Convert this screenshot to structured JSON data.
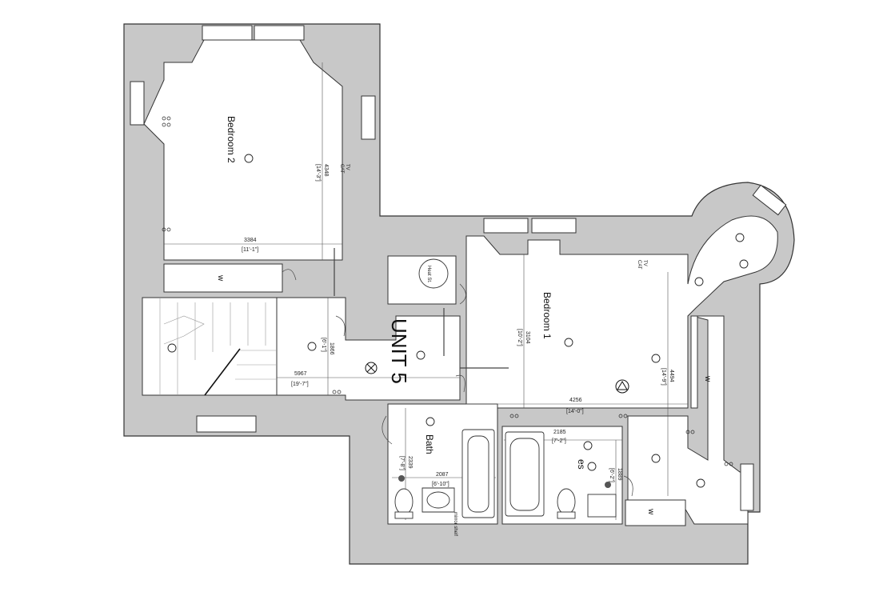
{
  "unit_label": "UNIT 5",
  "rooms": {
    "bedroom2": "Bedroom 2",
    "bedroom1": "Bedroom 1",
    "bath": "Bath",
    "ensuite": "es",
    "heat": "Heat St."
  },
  "wardrobes": {
    "w1": "w",
    "w2": "w",
    "w3": "w"
  },
  "dimensions": {
    "bed2_width_mm": "3384",
    "bed2_width_ft": "[11'-1\"]",
    "bed2_depth_mm": "4348",
    "bed2_depth_ft": "[14'-3\"]",
    "hall_len_mm": "5967",
    "hall_len_ft": "[19'-7\"]",
    "hall_width_mm": "1866",
    "hall_width_ft": "[6'-1\"]",
    "bed1_depth_mm": "3104",
    "bed1_depth_ft": "[10'-2\"]",
    "bed1_width_mm": "4256",
    "bed1_width_ft": "[14'-0\"]",
    "bed1_bay_mm": "4494",
    "bed1_bay_ft": "[14'-9\"]",
    "bath_width_mm": "2087",
    "bath_width_ft": "[6'-10\"]",
    "bath_depth_mm": "2339",
    "bath_depth_ft": "[7'-8\"]",
    "es_width_mm": "2185",
    "es_width_ft": "[7'-2\"]",
    "es_depth_mm": "1889",
    "es_depth_ft": "[6'-2\"]"
  },
  "sockets": {
    "tv_cat_1": "TV",
    "tv_cat_2": "CAT",
    "tv_cat_3": "TV",
    "tv_cat_4": "CAT"
  },
  "misc": {
    "mirror": "mirror shelf"
  }
}
